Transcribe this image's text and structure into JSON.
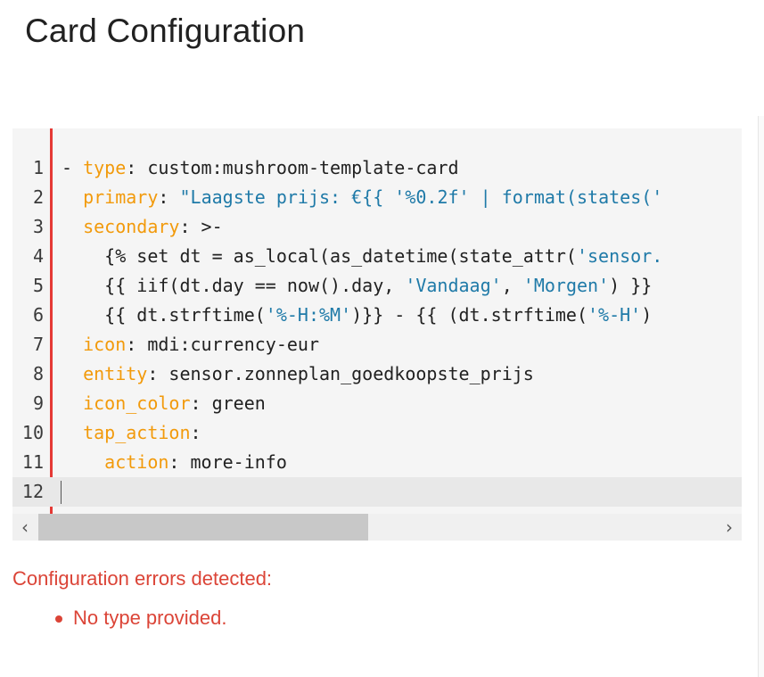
{
  "header": {
    "title": "Card Configuration"
  },
  "editor": {
    "lines": [
      {
        "num": "1",
        "tokens": [
          [
            "p",
            "- "
          ],
          [
            "k",
            "type"
          ],
          [
            "p",
            ": custom:mushroom-template-card"
          ]
        ]
      },
      {
        "num": "2",
        "tokens": [
          [
            "p",
            "  "
          ],
          [
            "k",
            "primary"
          ],
          [
            "p",
            ": "
          ],
          [
            "s",
            "\"Laagste prijs: €{{ '%0.2f' | format(states('"
          ]
        ]
      },
      {
        "num": "3",
        "tokens": [
          [
            "p",
            "  "
          ],
          [
            "k",
            "secondary"
          ],
          [
            "p",
            ": >-"
          ]
        ]
      },
      {
        "num": "4",
        "tokens": [
          [
            "p",
            "    {% set dt = as_local(as_datetime(state_attr("
          ],
          [
            "s",
            "'sensor."
          ]
        ]
      },
      {
        "num": "5",
        "tokens": [
          [
            "p",
            "    {{ iif(dt.day == now().day, "
          ],
          [
            "s",
            "'Vandaag'"
          ],
          [
            "p",
            ", "
          ],
          [
            "s",
            "'Morgen'"
          ],
          [
            "p",
            ") }}"
          ]
        ]
      },
      {
        "num": "6",
        "tokens": [
          [
            "p",
            "    {{ dt.strftime("
          ],
          [
            "s",
            "'%-H:%M'"
          ],
          [
            "p",
            ")}} - {{ (dt.strftime("
          ],
          [
            "s",
            "'%-H'"
          ],
          [
            "p",
            ")"
          ]
        ]
      },
      {
        "num": "7",
        "tokens": [
          [
            "p",
            "  "
          ],
          [
            "k",
            "icon"
          ],
          [
            "p",
            ": mdi:currency-eur"
          ]
        ]
      },
      {
        "num": "8",
        "tokens": [
          [
            "p",
            "  "
          ],
          [
            "k",
            "entity"
          ],
          [
            "p",
            ": sensor.zonneplan_goedkoopste_prijs"
          ]
        ]
      },
      {
        "num": "9",
        "tokens": [
          [
            "p",
            "  "
          ],
          [
            "k",
            "icon_color"
          ],
          [
            "p",
            ": green"
          ]
        ]
      },
      {
        "num": "10",
        "tokens": [
          [
            "p",
            "  "
          ],
          [
            "k",
            "tap_action"
          ],
          [
            "p",
            ":"
          ]
        ]
      },
      {
        "num": "11",
        "tokens": [
          [
            "p",
            "    "
          ],
          [
            "k",
            "action"
          ],
          [
            "p",
            ": more-info"
          ]
        ]
      },
      {
        "num": "12",
        "tokens": []
      }
    ],
    "active_line": "12",
    "scroll_left_icon": "‹",
    "scroll_right_icon": "›"
  },
  "errors": {
    "title": "Configuration errors detected:",
    "items": [
      "No type provided."
    ]
  },
  "colors": {
    "accent_red": "#e53935",
    "error_text": "#db4437",
    "yaml_key": "#f29a0b",
    "yaml_string": "#1f7aa8"
  }
}
